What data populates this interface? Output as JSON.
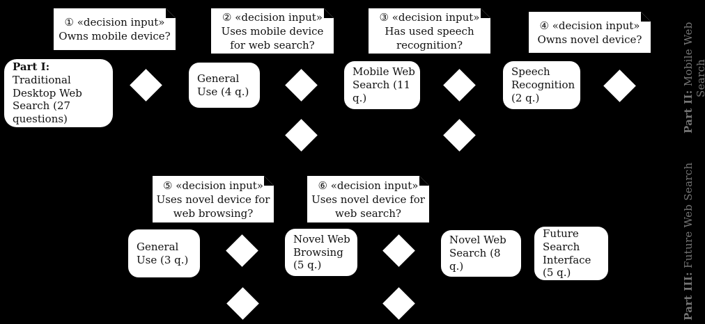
{
  "diagram": {
    "colors": {
      "background": "#000000",
      "node_fill": "#ffffff",
      "node_text": "#111111",
      "side_label": "#757575"
    },
    "notes": [
      {
        "label": "① «decision input»",
        "question": "Owns mobile device?"
      },
      {
        "label": "② «decision input»",
        "question": "Uses mobile device\nfor web search?"
      },
      {
        "label": "③ «decision input»",
        "question": "Has used speech\nrecognition?"
      },
      {
        "label": "④ «decision input»",
        "question": "Owns novel device?"
      },
      {
        "label": "⑤ «decision input»",
        "question": "Uses novel device for\nweb browsing?"
      },
      {
        "label": "⑥ «decision input»",
        "question": "Uses novel device for\nweb search?"
      }
    ],
    "activities": [
      {
        "title": "Part I:",
        "body": "Traditional\nDesktop Web\nSearch (27\nquestions)"
      },
      {
        "body": "General\nUse (4 q.)"
      },
      {
        "body": "Mobile Web\nSearch (11\nq.)"
      },
      {
        "body": "Speech\nRecognition\n(2 q.)"
      },
      {
        "body": "General\nUse (3 q.)"
      },
      {
        "body": "Novel Web\nBrowsing\n(5 q.)"
      },
      {
        "body": "Novel Web\nSearch (8 q.)"
      },
      {
        "body": "Future\nSearch\nInterface\n(5 q.)"
      }
    ],
    "side_labels": [
      {
        "prefix": "Part II:",
        "rest": " Mobile Web Search"
      },
      {
        "prefix": "Part III:",
        "rest": " Future Web Search"
      }
    ]
  }
}
